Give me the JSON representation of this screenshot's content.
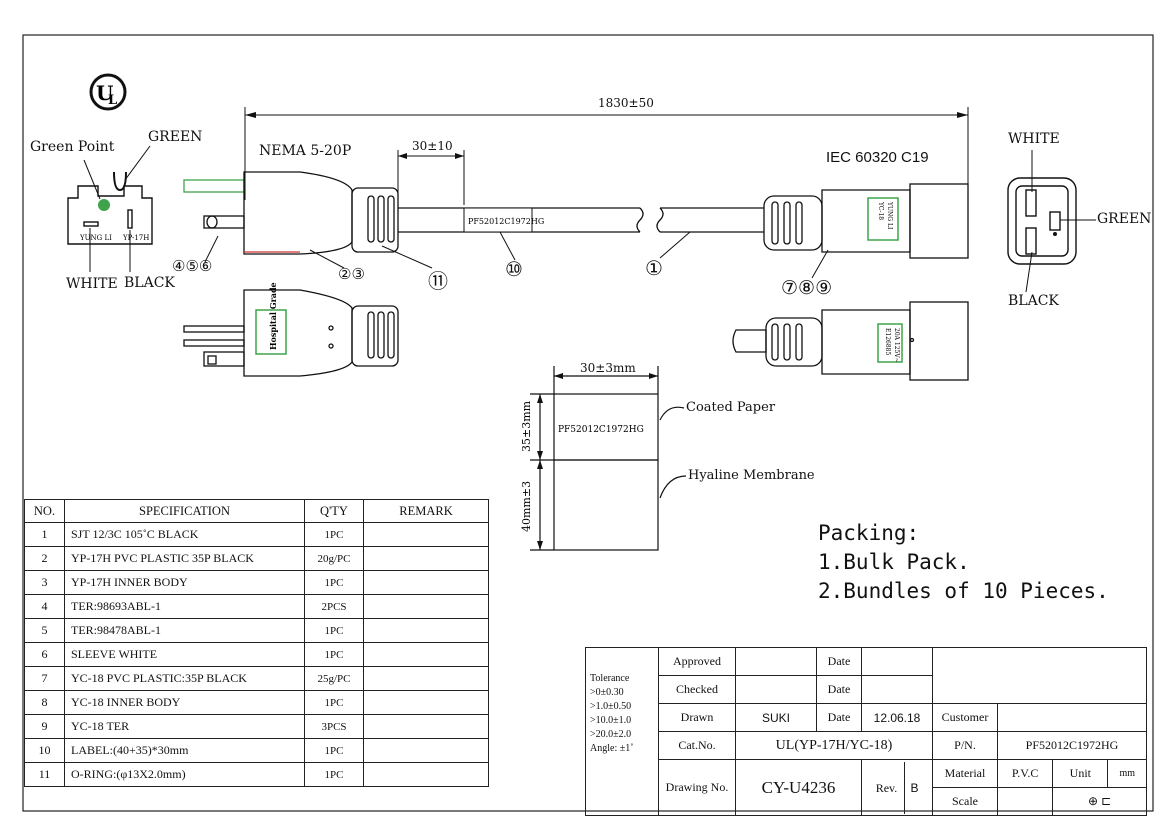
{
  "top_dimension": "1830±50",
  "labels": {
    "green_point": "Green Point",
    "green": "GREEN",
    "white": "WHITE",
    "black": "BLACK",
    "plug_face_left": "YUNG LI",
    "plug_face_right": "YP-17H",
    "nema": "NEMA 5-20P",
    "iec": "IEC 60320  C19",
    "dim_30": "30±10",
    "cable_label": "PF52012C1972HG",
    "hospital_grade": "Hospital Grade",
    "connector_text_a": "YUNG LI",
    "connector_text_b": "YC-18",
    "connector_text_c": "E126885",
    "connector_text_d": "20A 125V~",
    "right_white": "WHITE",
    "right_green": "GREEN",
    "right_black": "BLACK"
  },
  "callouts": {
    "c456": "④⑤⑥",
    "c23": "②③",
    "c11": "⑪",
    "c10": "⑩",
    "c1": "①",
    "c789": "⑦⑧⑨"
  },
  "label_detail": {
    "width": "30±3mm",
    "height_paper": "35±3mm",
    "height_membrane": "40mm±3",
    "text": "PF52012C1972HG",
    "coated": "Coated Paper",
    "hyaline": "Hyaline Membrane"
  },
  "packing": {
    "title": "Packing:",
    "line1": "1.Bulk Pack.",
    "line2": "2.Bundles of 10 Pieces."
  },
  "spec_table": {
    "headers": [
      "NO.",
      "SPECIFICATION",
      "Q'TY",
      "REMARK"
    ],
    "rows": [
      {
        "no": "1",
        "spec": "SJT 12/3C 105˚C BLACK",
        "qty": "1PC",
        "remark": ""
      },
      {
        "no": "2",
        "spec": "YP-17H PVC PLASTIC 35P BLACK",
        "qty": "20g/PC",
        "remark": ""
      },
      {
        "no": "3",
        "spec": "YP-17H INNER BODY",
        "qty": "1PC",
        "remark": ""
      },
      {
        "no": "4",
        "spec": "TER:98693ABL-1",
        "qty": "2PCS",
        "remark": ""
      },
      {
        "no": "5",
        "spec": "TER:98478ABL-1",
        "qty": "1PC",
        "remark": ""
      },
      {
        "no": "6",
        "spec": "SLEEVE WHITE",
        "qty": "1PC",
        "remark": ""
      },
      {
        "no": "7",
        "spec": "YC-18 PVC PLASTIC:35P BLACK",
        "qty": "25g/PC",
        "remark": ""
      },
      {
        "no": "8",
        "spec": "YC-18 INNER BODY",
        "qty": "1PC",
        "remark": ""
      },
      {
        "no": "9",
        "spec": "YC-18 TER",
        "qty": "3PCS",
        "remark": ""
      },
      {
        "no": "10",
        "spec": "LABEL:(40+35)*30mm",
        "qty": "1PC",
        "remark": ""
      },
      {
        "no": "11",
        "spec": "O-RING:(φ13X2.0mm)",
        "qty": "1PC",
        "remark": ""
      }
    ]
  },
  "title_block": {
    "tolerance_title": "Tolerance",
    "tol1": ">0±0.30",
    "tol2": ">1.0±0.50",
    "tol3": ">10.0±1.0",
    "tol4": ">20.0±2.0",
    "tol5": "Angle: ±1˚",
    "approved": "Approved",
    "checked": "Checked",
    "drawn": "Drawn",
    "drawn_by": "SUKI",
    "cat_no": "Cat.No.",
    "cat_value": "UL(YP-17H/YC-18)",
    "drawing_no": "Drawing No.",
    "drawing_value": "CY-U4236",
    "date": "Date",
    "date_value": "12.06.18",
    "rev": "Rev.",
    "rev_value": "B",
    "customer": "Customer",
    "pn": "P/N.",
    "pn_value": "PF52012C1972HG",
    "material": "Material",
    "material_value": "P.V.C",
    "unit": "Unit",
    "unit_value": "mm",
    "scale": "Scale"
  }
}
